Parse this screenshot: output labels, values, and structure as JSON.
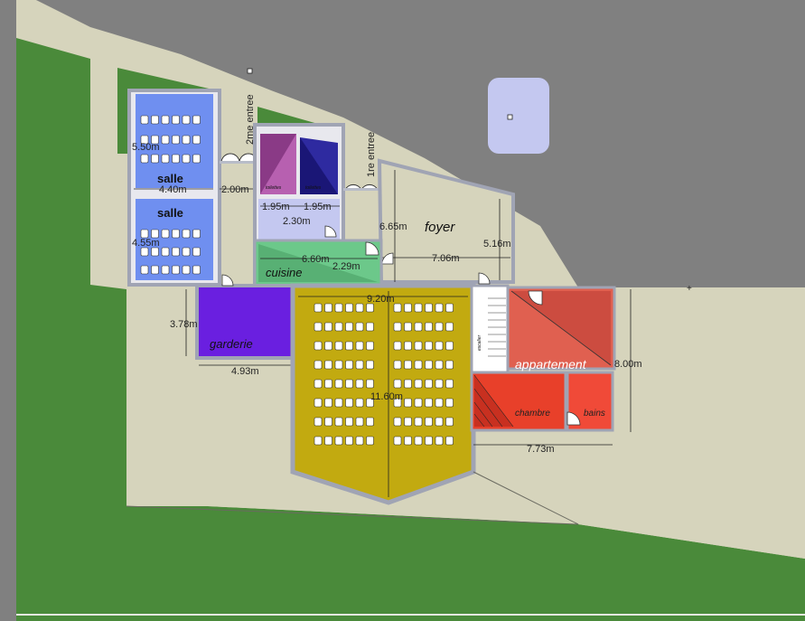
{
  "labels": {
    "salle_1": "salle",
    "salle_2": "salle",
    "foyer": "foyer",
    "cuisine": "cuisine",
    "garderie": "garderie",
    "appartement": "appartement",
    "chambre": "chambre",
    "bains": "bains",
    "entree_1": "1re entree",
    "entree_2": "2me entree",
    "wc_left": "toilettes",
    "wc_right": "toilettes",
    "stairs_note": "escalier"
  },
  "dimensions": {
    "salle_depth": "5.50m",
    "salle_width": "4.40m",
    "salle2_depth": "4.55m",
    "corridor": "2.00m",
    "wc_left": "1.95m",
    "wc_right": "1.95m",
    "lobby": "2.30m",
    "foyer_depth": "6.65m",
    "foyer_right": "5.16m",
    "foyer_width": "7.06m",
    "cuisine_width": "6.60m",
    "cuisine_depth": "2.29m",
    "garderie_depth": "3.78m",
    "garderie_width": "4.93m",
    "hall_width": "9.20m",
    "hall_depth": "11.60m",
    "appart_depth": "8.00m",
    "appart_width": "7.73m"
  },
  "colors": {
    "sky": "#808080",
    "terrain": "#d6d4bc",
    "grass": "#4a8a3a",
    "salle": "#6f8ff0",
    "wc_pink": "#b760b0",
    "wc_blue": "#2e2aa0",
    "lobby": "#c4c8f0",
    "cuisine": "#6cc88a",
    "garderie": "#6a1fe0",
    "hall": "#c2aa10",
    "appartement": "#e06050",
    "chambre": "#e8402a"
  }
}
